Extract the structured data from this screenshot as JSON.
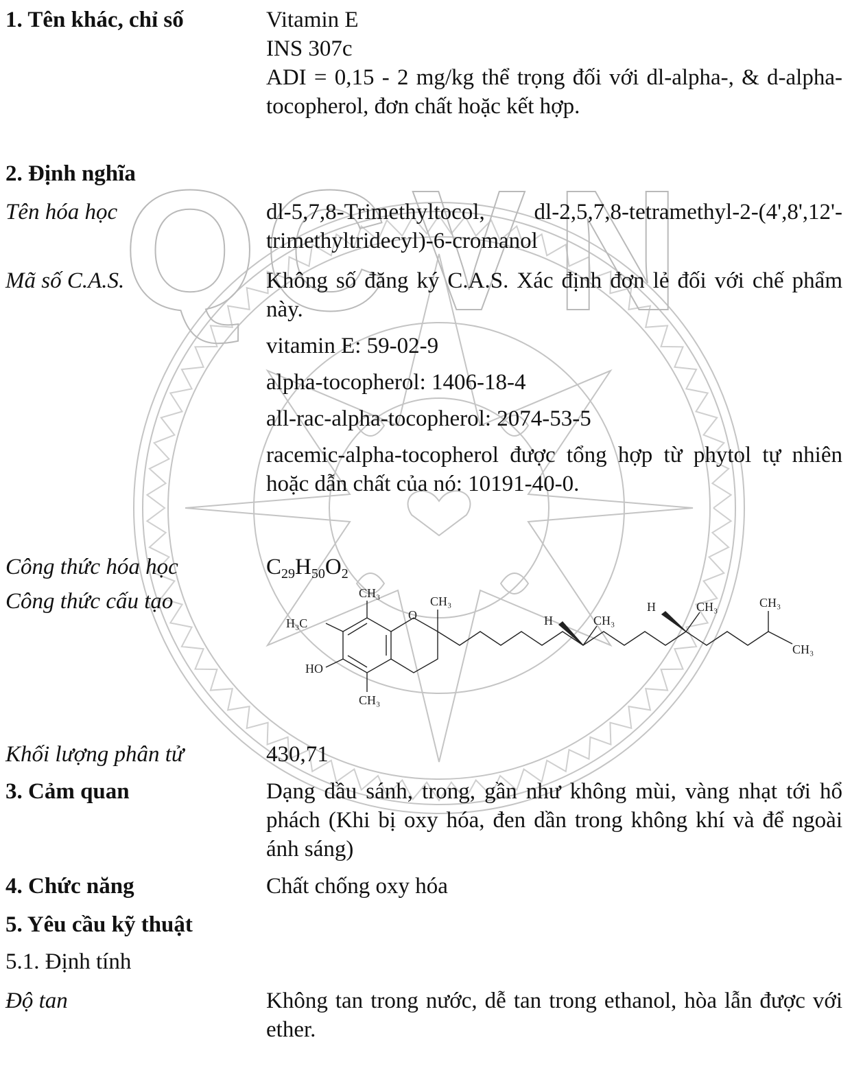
{
  "watermark": {
    "text": "QCVN",
    "letters": [
      "Q",
      "C",
      "V",
      "N"
    ]
  },
  "sections": {
    "other_names": {
      "label": "1. Tên khác, chỉ số",
      "lines": [
        "Vitamin E",
        "INS 307c",
        "ADI = 0,15 - 2 mg/kg thể trọng đối với dl-alpha-, & d-alpha-tocopherol, đơn chất hoặc kết hợp."
      ]
    },
    "definition": {
      "label": "2. Định nghĩa"
    },
    "chemical_name": {
      "label": "Tên hóa học",
      "value": "dl-5,7,8-Trimethyltocol, dl-2,5,7,8-tetramethyl-2-(4',8',12'-trimethyltridecyl)-6-cromanol"
    },
    "cas": {
      "label": "Mã số C.A.S.",
      "lines": [
        "Không số đăng ký C.A.S. Xác định đơn lẻ đối với chế phẩm này.",
        "vitamin E: 59-02-9",
        "alpha-tocopherol: 1406-18-4",
        "all-rac-alpha-tocopherol: 2074-53-5",
        "racemic-alpha-tocopherol được tổng hợp từ phytol tự nhiên hoặc dẫn chất của nó: 10191-40-0."
      ]
    },
    "formula": {
      "label": "Công thức hóa học",
      "parts": [
        "C",
        "29",
        "H",
        "50",
        "O",
        "2"
      ]
    },
    "structure": {
      "label": "Công thức cấu tạo",
      "atoms": {
        "h3c": "H₃C",
        "o": "O",
        "ho": "HO",
        "ch3": "CH₃",
        "h": "H"
      }
    },
    "molecular_weight": {
      "label": "Khối lượng phân tử",
      "value": "430,71"
    },
    "sensory": {
      "label": "3. Cảm quan",
      "value": "Dạng dầu sánh, trong, gần như không mùi, vàng nhạt tới hổ phách (Khi bị oxy hóa, đen dần trong không khí và để ngoài ánh sáng)"
    },
    "function": {
      "label": "4. Chức năng",
      "value": "Chất chống oxy hóa"
    },
    "technical": {
      "label": "5. Yêu cầu kỹ thuật"
    },
    "identification": {
      "label": "5.1. Định tính"
    },
    "solubility": {
      "label": "Độ tan",
      "value": "Không tan trong nước, dễ tan trong ethanol, hòa lẫn được với ether."
    }
  }
}
